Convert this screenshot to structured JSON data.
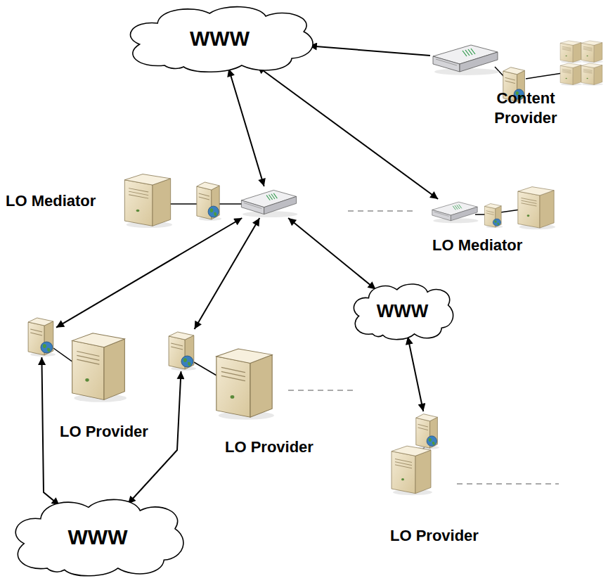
{
  "diagram": {
    "nodes": [
      {
        "text": [
          "WWW"
        ]
      },
      {
        "text": [
          "Content Provider"
        ]
      },
      {
        "text": [
          "LO Mediator"
        ]
      },
      {
        "text": [
          "LO Mediator"
        ]
      },
      {
        "text": [
          "WWW"
        ]
      },
      {
        "text": [
          "LO Provider"
        ]
      },
      {
        "text": [
          "LO Provider"
        ]
      },
      {
        "text": [
          "WWW"
        ]
      },
      {
        "text": [
          "LO Provider"
        ]
      }
    ],
    "edges": [
      {
        "from": 1,
        "to": 0,
        "arrow": "to"
      },
      {
        "from": 2,
        "to": 0,
        "arrow": "both"
      },
      {
        "from": 3,
        "to": 0,
        "arrow": "both"
      },
      {
        "from": 2,
        "to": 5,
        "arrow": "both"
      },
      {
        "from": 2,
        "to": 6,
        "arrow": "both"
      },
      {
        "from": 2,
        "to": 4,
        "arrow": "both"
      },
      {
        "from": 5,
        "to": 7,
        "arrow": "both"
      },
      {
        "from": 6,
        "to": 7,
        "arrow": "both"
      },
      {
        "from": 4,
        "to": 8,
        "arrow": "both"
      }
    ]
  }
}
